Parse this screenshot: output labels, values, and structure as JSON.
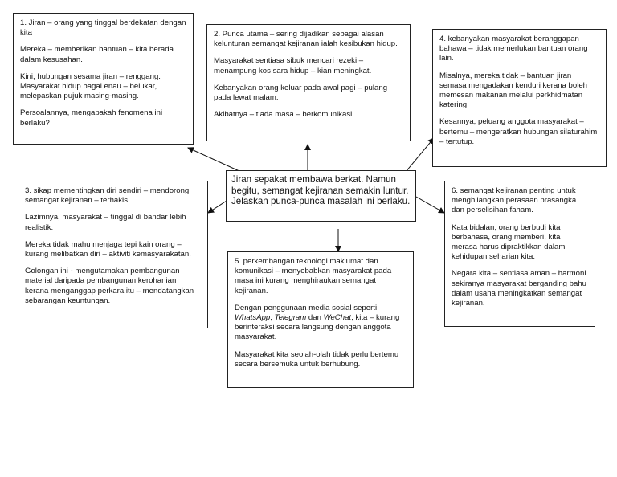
{
  "center": {
    "text": "Jiran sepakat membawa berkat. Namun begitu, semangat kejiranan semakin luntur. Jelaskan punca-punca masalah ini berlaku."
  },
  "box1": {
    "paragraphs": [
      "1. Jiran – orang yang tinggal berdekatan dengan kita",
      "Mereka – memberikan bantuan – kita berada dalam kesusahan.",
      "Kini, hubungan sesama jiran – renggang. Masyarakat hidup bagai enau – belukar, melepaskan pujuk masing-masing.",
      "Persoalannya, mengapakah fenomena ini berlaku?"
    ]
  },
  "box2": {
    "paragraphs": [
      "2. Punca utama – sering dijadikan sebagai alasan kelunturan semangat kejiranan ialah kesibukan hidup.",
      "Masyarakat sentiasa sibuk mencari rezeki – menampung kos sara hidup – kian meningkat.",
      "Kebanyakan orang keluar pada awal pagi – pulang pada lewat malam.",
      "Akibatnya – tiada masa – berkomunikasi"
    ]
  },
  "box3": {
    "paragraphs": [
      "3. sikap mementingkan diri sendiri – mendorong semangat kejiranan – terhakis.",
      "Lazimnya, masyarakat – tinggal di bandar lebih realistik.",
      "Mereka tidak mahu menjaga tepi kain orang – kurang melibatkan diri – aktiviti kemasyarakatan.",
      "Golongan ini - mengutamakan pembangunan material daripada pembangunan kerohanian kerana menganggap perkara itu – mendatangkan sebarangan keuntungan."
    ]
  },
  "box4": {
    "paragraphs": [
      "4. kebanyakan masyarakat beranggapan bahawa – tidak memerlukan bantuan orang lain.",
      "Misalnya, mereka tidak – bantuan jiran semasa mengadakan kenduri kerana boleh memesan makanan melalui perkhidmatan katering.",
      "Kesannya, peluang anggota masyarakat – bertemu – mengeratkan hubungan silaturahim – tertutup."
    ]
  },
  "box5": {
    "p1": "5. perkembangan teknologi maklumat dan komunikasi – menyebabkan masyarakat pada masa ini kurang menghiraukan semangat kejiranan.",
    "p2_before": "Dengan penggunaan media sosial seperti ",
    "p2_app1": "WhatsApp",
    "p2_sep1": ", ",
    "p2_app2": "Telegram",
    "p2_sep2": " dan ",
    "p2_app3": "WeChat",
    "p2_after": ", kita – kurang berinteraksi secara langsung dengan anggota masyarakat.",
    "p3": "Masyarakat kita seolah-olah tidak perlu bertemu secara bersemuka untuk berhubung."
  },
  "box6": {
    "paragraphs": [
      "6. semangat kejiranan penting untuk menghilangkan perasaan prasangka dan perselisihan faham.",
      "Kata bidalan, orang berbudi kita berbahasa, orang memberi, kita merasa harus dipraktikkan dalam kehidupan seharian kita.",
      "Negara kita – sentiasa aman – harmoni sekiranya masyarakat berganding bahu dalam usaha meningkatkan semangat kejiranan."
    ]
  }
}
